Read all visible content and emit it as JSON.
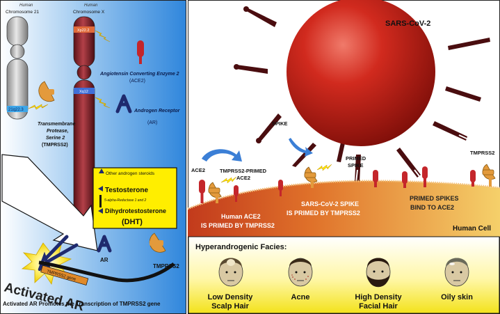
{
  "left": {
    "chr21": {
      "species": "Human",
      "name": "Chromosome 21",
      "band": "21q22.3"
    },
    "chrX": {
      "species": "Human",
      "name": "Chromosome X",
      "band_top": "Xp22.2",
      "band_mid": "Xq12"
    },
    "ace2": {
      "name": "Angiotensin Converting Enzyme 2",
      "abbr": "(ACE2)"
    },
    "ar": {
      "name": "Androgen Receptor",
      "abbr": "(AR)"
    },
    "tmprss2": {
      "line1": "Transmembrane",
      "line2": "Protease,",
      "line3": "Serine 2",
      "abbr": "(TMPRSS2)"
    },
    "steroid_box": {
      "other": "Other androgen steroids",
      "testosterone": "Testosterone",
      "enzyme": "5-alpha-Reductase 1 and 2",
      "dihydro": "Dihydrotestosterone",
      "dht": "(DHT)"
    },
    "activated_ar": "Activated AR",
    "ar_label": "AR",
    "gene_label": "TMPRSS2 gene",
    "tmprss2_label": "TMPRSS2",
    "footer": "Activated AR Promotes the Transcription of TMPRSS2 gene"
  },
  "right": {
    "virus": "SARS-CoV-2",
    "spike": "SPIKE",
    "primed_spike_1": "PRIMED",
    "primed_spike_2": "SPIKE",
    "tmprss2": "TMPRSS2",
    "ace2": "ACE2",
    "tmprss2_primed_1": "TMPRSS2-PRIMED",
    "tmprss2_primed_2": "ACE2",
    "human_ace2_1": "Human ACE2",
    "human_ace2_2": "IS PRIMED BY TMPRSS2",
    "sars_spike_1": "SARS-CoV-2 SPIKE",
    "sars_spike_2": "IS PRIMED BY TMPRSS2",
    "primed_bind_1": "PRIMED SPIKES",
    "primed_bind_2": "BIND TO ACE2",
    "human_cell": "Human Cell",
    "facies": {
      "title": "Hyperandrogenic Facies:",
      "items": [
        {
          "line1": "Low Density",
          "line2": "Scalp Hair"
        },
        {
          "line1": "Acne",
          "line2": ""
        },
        {
          "line1": "High Density",
          "line2": "Facial Hair"
        },
        {
          "line1": "Oily skin",
          "line2": ""
        }
      ]
    }
  },
  "colors": {
    "panel_blue": "#3b8fe0",
    "virus_red": "#b01e15",
    "membrane_orange": "#e08a2a",
    "receptor_red": "#c4262b",
    "tmprss2_orange": "#e39a3c",
    "ar_navy": "#1f2a6e",
    "steroid_yellow": "#ffee00"
  }
}
